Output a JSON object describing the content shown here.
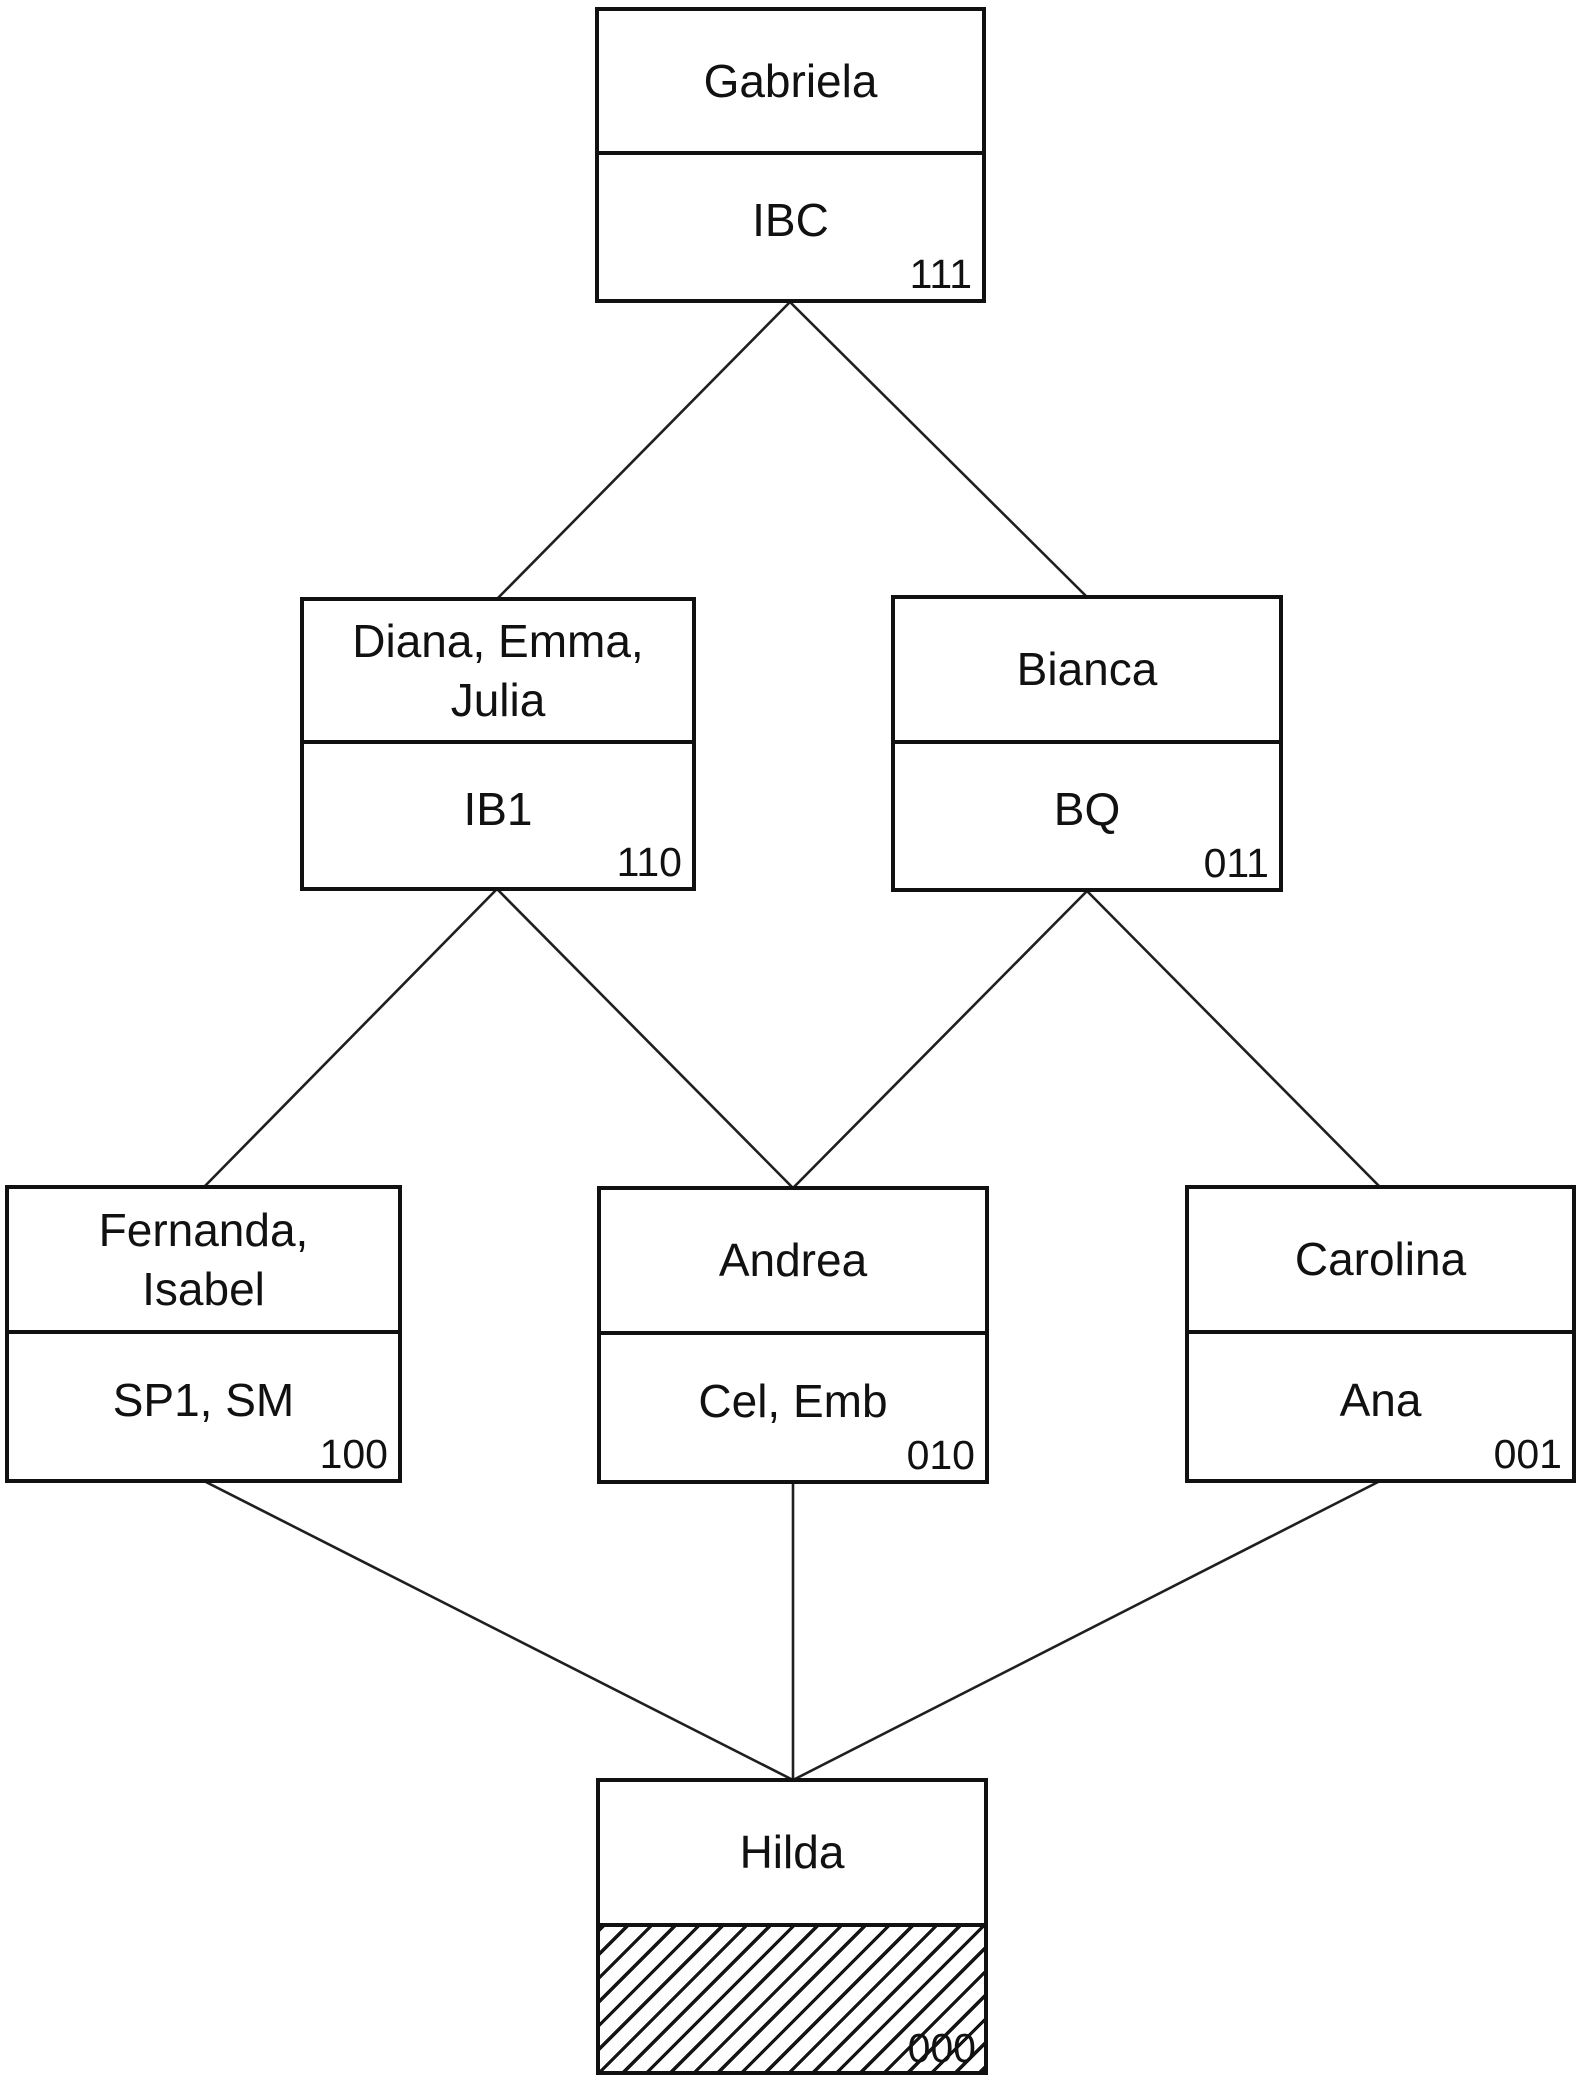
{
  "figure": {
    "type": "concept-lattice-diagram",
    "colors": {
      "background": "#ffffff",
      "ink": "#111111"
    },
    "nodes": {
      "gabriela": {
        "name_lines": [
          "Gabriela"
        ],
        "attributes": "IBC",
        "code": "111"
      },
      "diana": {
        "name_lines": [
          "Diana, Emma,",
          "Julia"
        ],
        "attributes": "IB1",
        "code": "110"
      },
      "bianca": {
        "name_lines": [
          "Bianca"
        ],
        "attributes": "BQ",
        "code": "011"
      },
      "fernanda": {
        "name_lines": [
          "Fernanda,",
          "Isabel"
        ],
        "attributes": "SP1, SM",
        "code": "100"
      },
      "andrea": {
        "name_lines": [
          "Andrea"
        ],
        "attributes": "Cel, Emb",
        "code": "010"
      },
      "carolina": {
        "name_lines": [
          "Carolina"
        ],
        "attributes": "Ana",
        "code": "001"
      },
      "hilda": {
        "name_lines": [
          "Hilda"
        ],
        "attributes": "",
        "code": "000",
        "hatched": true
      }
    },
    "edges": [
      {
        "from": "gabriela",
        "to": "diana"
      },
      {
        "from": "gabriela",
        "to": "bianca"
      },
      {
        "from": "diana",
        "to": "fernanda"
      },
      {
        "from": "diana",
        "to": "andrea"
      },
      {
        "from": "bianca",
        "to": "andrea"
      },
      {
        "from": "bianca",
        "to": "carolina"
      },
      {
        "from": "fernanda",
        "to": "hilda"
      },
      {
        "from": "andrea",
        "to": "hilda"
      },
      {
        "from": "carolina",
        "to": "hilda"
      }
    ]
  }
}
